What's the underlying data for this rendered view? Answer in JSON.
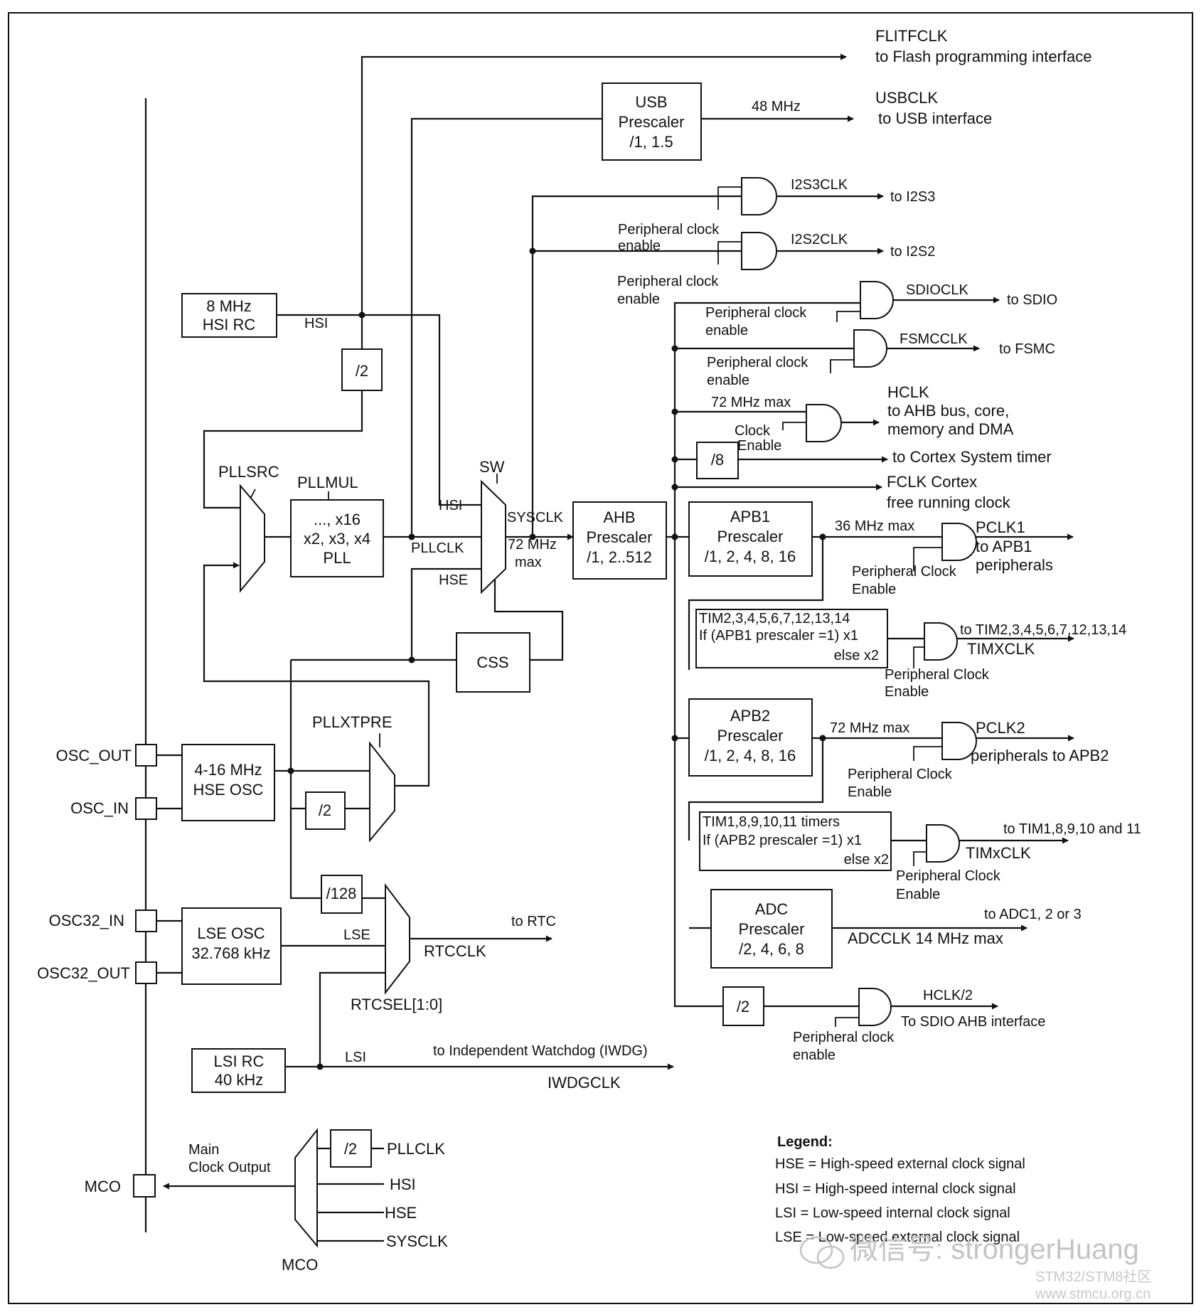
{
  "outputs": {
    "flitfclk": "FLITFCLK",
    "flash_if": "to Flash programming interface",
    "usbclk": "USBCLK",
    "usb_if": "to USB interface",
    "usb_freq": "48 MHz",
    "i2s3clk": "I2S3CLK",
    "to_i2s3": "to I2S3",
    "i2s2clk": "I2S2CLK",
    "to_i2s2": "to I2S2",
    "sdioclk": "SDIOCLK",
    "to_sdio": "to SDIO",
    "fsmcclk": "FSMCCLK",
    "to_fsmc": "to FSMC",
    "hclk": "HCLK",
    "hclk_to_1": "to AHB bus, core,",
    "hclk_to_2": "memory and DMA",
    "cortex_timer": "to Cortex System timer",
    "fclk_1": "FCLK Cortex",
    "fclk_2": "free running clock",
    "pclk1": "PCLK1",
    "pclk1_to_1": "to APB1",
    "pclk1_to_2": "peripherals",
    "tim_apb1_to": "to TIM2,3,4,5,6,7,12,13,14",
    "timxclk_apb1": "TIMXCLK",
    "pclk2": "PCLK2",
    "pclk2_to": "peripherals to APB2",
    "tim_apb2_to": "to TIM1,8,9,10 and 11",
    "timxclk_apb2": "TIMxCLK",
    "adc_to": "to ADC1, 2 or 3",
    "adcclk": "ADCCLK 14 MHz max",
    "hclk2": "HCLK/2",
    "hclk2_to": "To  SDIO AHB interface",
    "to_rtc": "to RTC",
    "rtcclk": "RTCCLK",
    "to_iwdg": "to Independent Watchdog (IWDG)",
    "iwdgclk": "IWDGCLK"
  },
  "blocks": {
    "usb_pre_1": "USB",
    "usb_pre_2": "Prescaler",
    "usb_pre_3": "/1, 1.5",
    "hsi_rc_1": "8 MHz",
    "hsi_rc_2": "HSI RC",
    "div2": "/2",
    "pll_1": "..., x16",
    "pll_2": "x2, x3, x4",
    "pll_3": "PLL",
    "ahb_1": "AHB",
    "ahb_2": "Prescaler",
    "ahb_3": "/1, 2..512",
    "apb1_1": "APB1",
    "apb1_2": "Prescaler",
    "apb1_3": "/1, 2, 4, 8, 16",
    "apb2_1": "APB2",
    "apb2_2": "Prescaler",
    "apb2_3": "/1, 2, 4, 8, 16",
    "tim_apb1_1": "TIM2,3,4,5,6,7,12,13,14",
    "tim_apb1_2": "If (APB1 prescaler =1) x1",
    "tim_apb1_3": "else  x2",
    "tim_apb2_1": "TIM1,8,9,10,11 timers",
    "tim_apb2_2": "If (APB2 prescaler =1) x1",
    "tim_apb2_3": "else x2",
    "adc_1": "ADC",
    "adc_2": "Prescaler",
    "adc_3": "/2, 4, 6, 8",
    "css": "CSS",
    "div8": "/8",
    "div128": "/128",
    "hse_osc_1": "4-16 MHz",
    "hse_osc_2": "HSE OSC",
    "lse_osc_1": "LSE OSC",
    "lse_osc_2": "32.768 kHz",
    "lsi_rc_1": "LSI RC",
    "lsi_rc_2": "40 kHz"
  },
  "signals": {
    "hsi": "HSI",
    "hse": "HSE",
    "lse": "LSE",
    "lsi": "LSI",
    "pllclk": "PLLCLK",
    "sysclk": "SYSCLK",
    "sysclk_max_1": "72 MHz",
    "sysclk_max_2": "max",
    "pllsrc": "PLLSRC",
    "pllmul": "PLLMUL",
    "sw": "SW",
    "pllxtpre": "PLLXTPRE",
    "rtcsel": "RTCSEL[1:0]",
    "max72_hclk": "72 MHz max",
    "max36": "36 MHz max",
    "max72_apb2": "72 MHz max",
    "clock_enable_1": "Clock",
    "clock_enable_2": "Enable",
    "periph_clock_1": "Peripheral clock",
    "periph_clock_2": "enable",
    "periph_Clock_1": "Peripheral Clock",
    "periph_Clock_2": "Enable"
  },
  "pins": {
    "osc_out": "OSC_OUT",
    "osc_in": "OSC_IN",
    "osc32_in": "OSC32_IN",
    "osc32_out": "OSC32_OUT",
    "mco": "MCO"
  },
  "mco": {
    "main_1": "Main",
    "main_2": "Clock Output",
    "mux_label": "MCO",
    "in_pllclk": "PLLCLK",
    "in_hsi": "HSI",
    "in_hse": "HSE",
    "in_sysclk": "SYSCLK"
  },
  "legend": {
    "title": "Legend:",
    "hse": "HSE = High-speed external clock signal",
    "hsi": "HSI = High-speed internal clock signal",
    "lsi": "LSI = Low-speed internal clock signal",
    "lse": "LSE = Low-speed external clock signal"
  },
  "watermark": {
    "wechat": "微信号: strongerHuang",
    "community": "STM32/STM8社区",
    "url": "www.stmcu.org.cn"
  }
}
